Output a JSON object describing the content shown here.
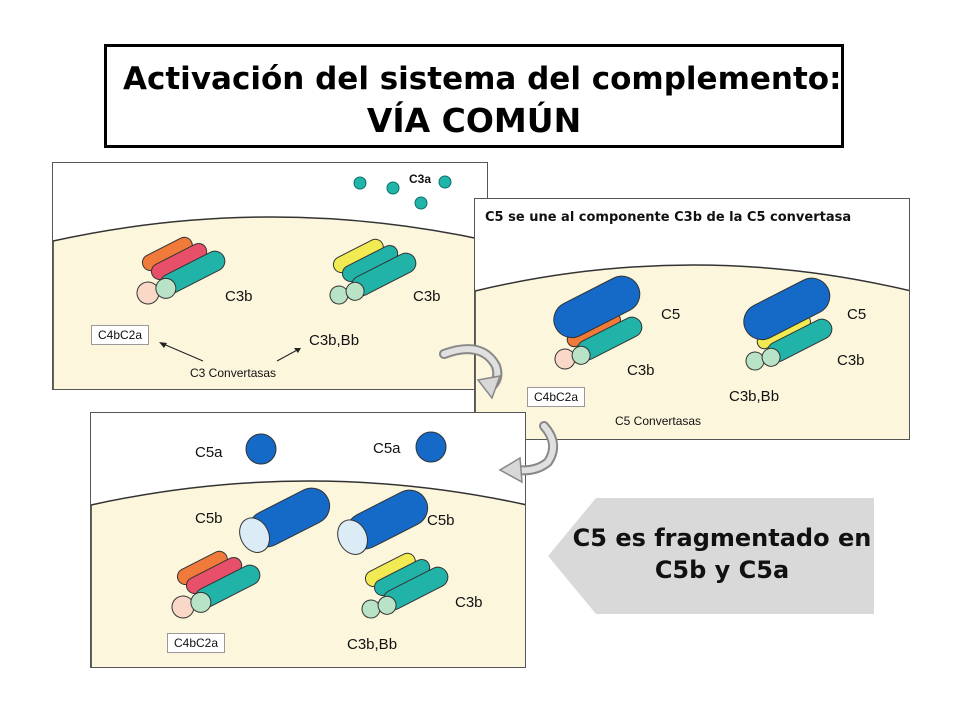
{
  "title": {
    "line1": "Activación del sistema del complemento:",
    "line2": "VÍA COMÚN"
  },
  "panel1": {
    "c3a": "C3a",
    "left_c3b": "C3b",
    "right_c3b": "C3b",
    "left_tag": "C4bC2a",
    "right_label": "C3b,Bb",
    "convertases": "C3 Convertasas"
  },
  "panel2": {
    "header": "C5 se une al componente C3b de la C5 convertasa",
    "left_c5": "C5",
    "left_c3b": "C3b",
    "right_c5": "C5",
    "right_c3b": "C3b",
    "left_tag": "C4bC2a",
    "right_label": "C3b,Bb",
    "convertases": "C5 Convertasas"
  },
  "panel3": {
    "left_c5a": "C5a",
    "right_c5a": "C5a",
    "left_c5b": "C5b",
    "right_c5b": "C5b",
    "left_tag": "C4bC2a",
    "right_c3b": "C3b",
    "right_label": "C3b,Bb"
  },
  "callout": {
    "line1": "C5 es fragmentado en",
    "line2": "C5b y C5a"
  },
  "colors": {
    "membrane": "#fbf6dc",
    "teal": "#22b3a8",
    "blue": "#1569c7",
    "orange": "#f07a3a",
    "red": "#e8506a",
    "yellow": "#f2ea52",
    "pink": "#f9d8c8",
    "pale_green": "#b9e3c6",
    "c3a_teal": "#1fb5a8"
  }
}
